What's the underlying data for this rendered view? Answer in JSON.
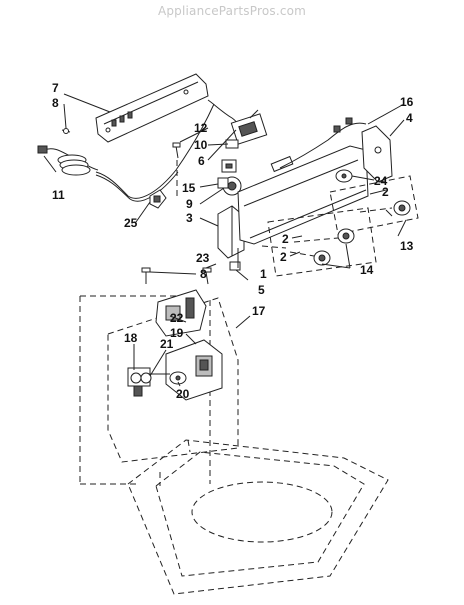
{
  "watermark": "AppliancePartsPros.com",
  "callouts": {
    "c7": "7",
    "c8a": "8",
    "c11": "11",
    "c12": "12",
    "c10": "10",
    "c6": "6",
    "c25": "25",
    "c15": "15",
    "c9": "9",
    "c3": "3",
    "c16": "16",
    "c4": "4",
    "c24": "24",
    "c2a": "2",
    "c13": "13",
    "c2b": "2",
    "c2c": "2",
    "c14": "14",
    "c1": "1",
    "c5": "5",
    "c23": "23",
    "c8b": "8",
    "c17": "17",
    "c22": "22",
    "c19": "19",
    "c18": "18",
    "c21": "21",
    "c20": "20"
  }
}
